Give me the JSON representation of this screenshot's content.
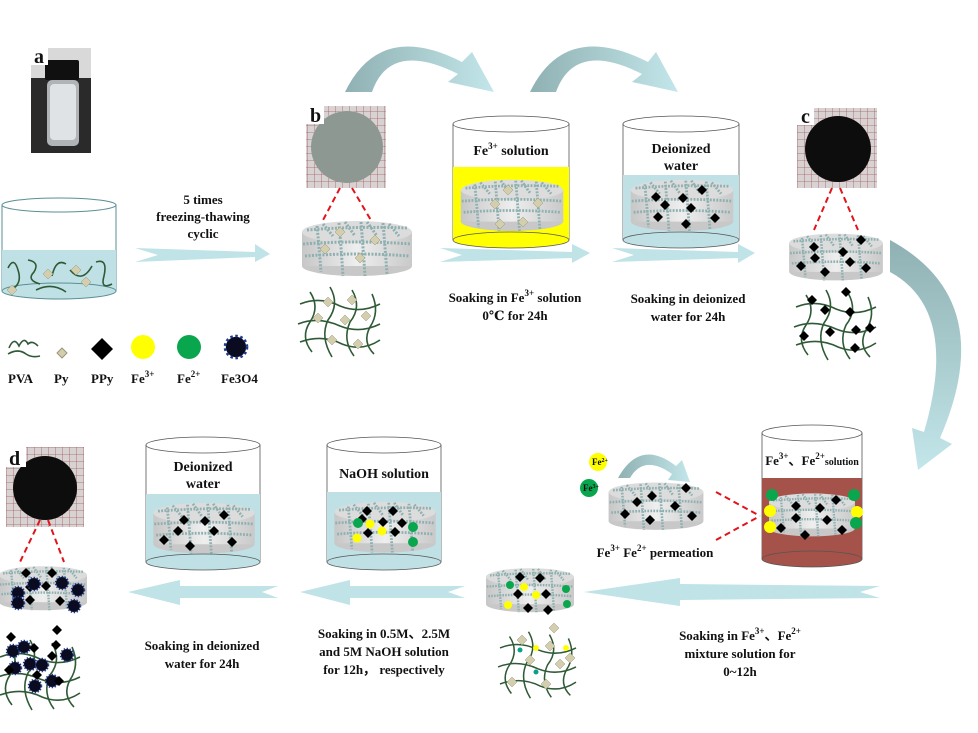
{
  "colors": {
    "arrow_light": "#bfe3e6",
    "arrow_dark": "#8fb1b3",
    "water": "#bfe1e5",
    "fe3_solution": "#ffff00",
    "mixture_solution": "#a5524a",
    "pva": "#2f5a36",
    "py": "#d3cfae",
    "ppy": "#000000",
    "fe3": "#ffff00",
    "fe2": "#0aa64e",
    "fe3o4": "#0a0a20",
    "dashed_line": "#e0141a"
  },
  "panels": {
    "a": "a",
    "b": "b",
    "c": "c",
    "d": "d"
  },
  "legend": [
    {
      "label": "PVA",
      "icon": "pva-chain-icon"
    },
    {
      "label": "Py",
      "icon": "py-diamond-icon"
    },
    {
      "label": "PPy",
      "icon": "ppy-diamond-icon"
    },
    {
      "label": "Fe",
      "sup": "3+",
      "icon": "fe3-circle-icon"
    },
    {
      "label": "Fe",
      "sup": "2+",
      "icon": "fe2-circle-icon"
    },
    {
      "label": "Fe3O4",
      "icon": "fe3o4-particle-icon"
    }
  ],
  "steps": {
    "freeze_thaw": [
      "5 times",
      "freezing-thawing",
      "cyclic"
    ],
    "fe3_soak": {
      "line1_pre": "Soaking in Fe",
      "line1_sup": "3+",
      "line1_post": " solution",
      "line2": "0℃ for 24h"
    },
    "water_soak_1": [
      "Soaking in deionized",
      "water for 24h"
    ],
    "mixture_soak": {
      "line1_pre": "Soaking in Fe",
      "sup1": "3+",
      "mid": "、Fe",
      "sup2": "2+",
      "line2": "mixture solution for",
      "line3": "0~12h"
    },
    "naoh_soak": [
      "Soaking in 0.5M、2.5M",
      "and 5M NaOH solution",
      "for 12h，  respectively"
    ],
    "water_soak_2": [
      "Soaking in deionized",
      "water for 24h"
    ]
  },
  "beakers": {
    "fe3": {
      "pre": "Fe",
      "sup": "3+",
      "post": " solution"
    },
    "water1": [
      "Deionized",
      "water"
    ],
    "mixture": {
      "pre": "Fe",
      "sup1": "3+",
      "mid": "、Fe",
      "sup2": "2+",
      "post": "solution"
    },
    "naoh": "NaOH solution",
    "water2": [
      "Deionized",
      "water"
    ]
  },
  "permeation": {
    "ion_fe2": {
      "pre": "Fe",
      "sup": "2+"
    },
    "ion_fe3": {
      "pre": "Fe",
      "sup": "3+"
    },
    "caption": {
      "a": "Fe",
      "a_sup": "3+",
      "b": " Fe",
      "b_sup": "2+",
      "c": " permeation"
    }
  }
}
